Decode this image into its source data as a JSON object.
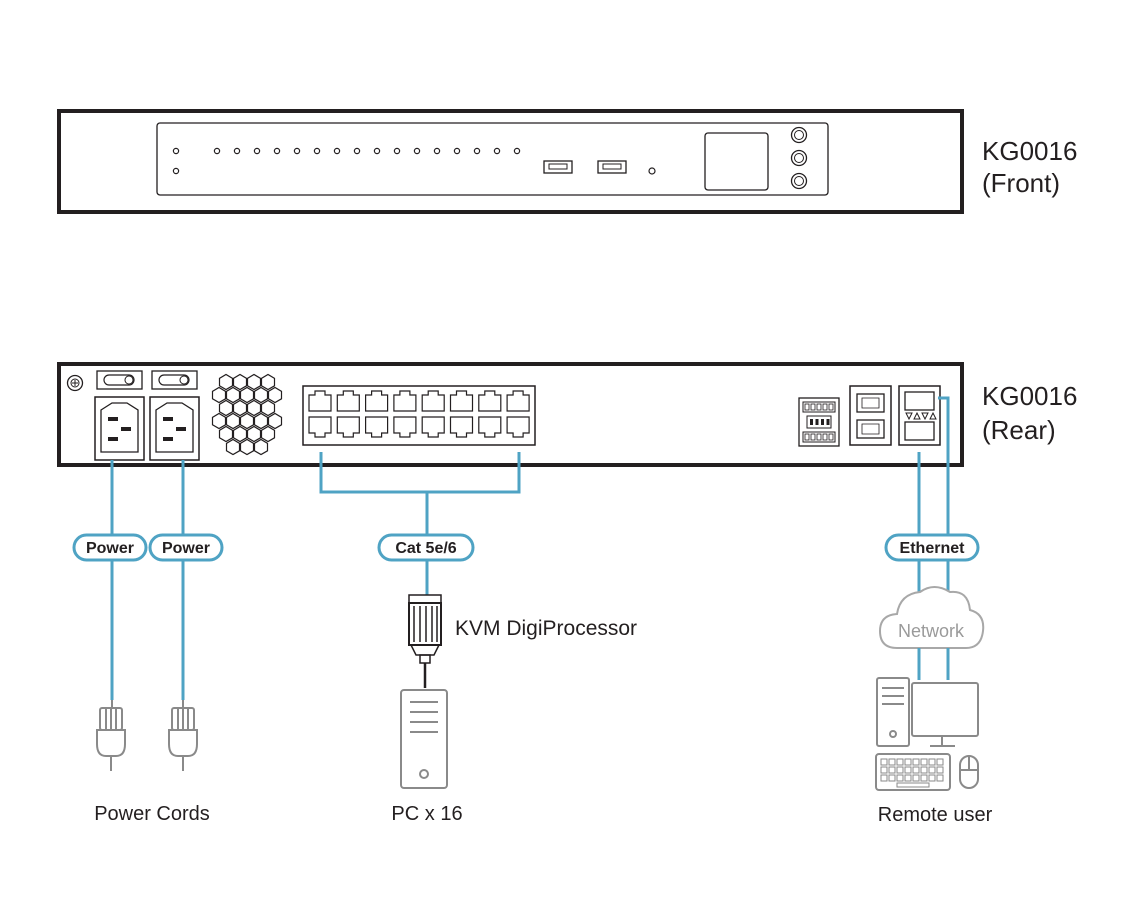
{
  "devices": {
    "front": {
      "model": "KG0016",
      "view": "(Front)"
    },
    "rear": {
      "model": "KG0016",
      "view": "(Rear)"
    }
  },
  "connections": {
    "power_1": "Power",
    "power_2": "Power",
    "cat": "Cat 5e/6",
    "ethernet": "Ethernet",
    "network": "Network"
  },
  "labels": {
    "processor": "KVM DigiProcessor",
    "power_cords": "Power Cords",
    "pc": "PC x 16",
    "remote_user": "Remote user"
  },
  "colors": {
    "cable": "#4fa3c4",
    "outline": "#231f20",
    "device_gray": "#8a8a8a"
  }
}
